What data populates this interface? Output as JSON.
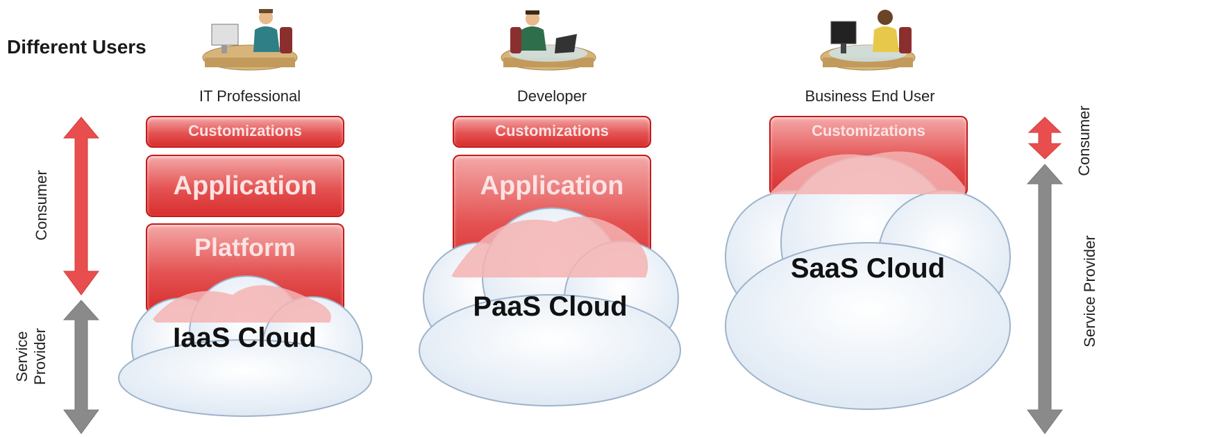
{
  "heading": "Different Users",
  "users": [
    {
      "label": "IT Professional",
      "shirt": "#2f7f86"
    },
    {
      "label": "Developer",
      "shirt": "#2f6e4a"
    },
    {
      "label": "Business End User",
      "shirt": "#e8c84a"
    }
  ],
  "stacks": {
    "iaas": {
      "customizations": "Customizations",
      "application": "Application",
      "platform": "Platform",
      "cloud": "IaaS Cloud"
    },
    "paas": {
      "customizations": "Customizations",
      "application": "Application",
      "cloud": "PaaS Cloud"
    },
    "saas": {
      "customizations": "Customizations",
      "cloud": "SaaS Cloud"
    }
  },
  "left_axis": {
    "consumer": "Consumer",
    "service_provider_line1": "Service",
    "service_provider_line2": "Provider"
  },
  "right_axis": {
    "consumer": "Consumer",
    "service_provider": "Service Provider"
  },
  "colors": {
    "consumer_arrow": "#e84e4e",
    "provider_arrow": "#8a8a8a",
    "box_border": "#c21a1a"
  }
}
